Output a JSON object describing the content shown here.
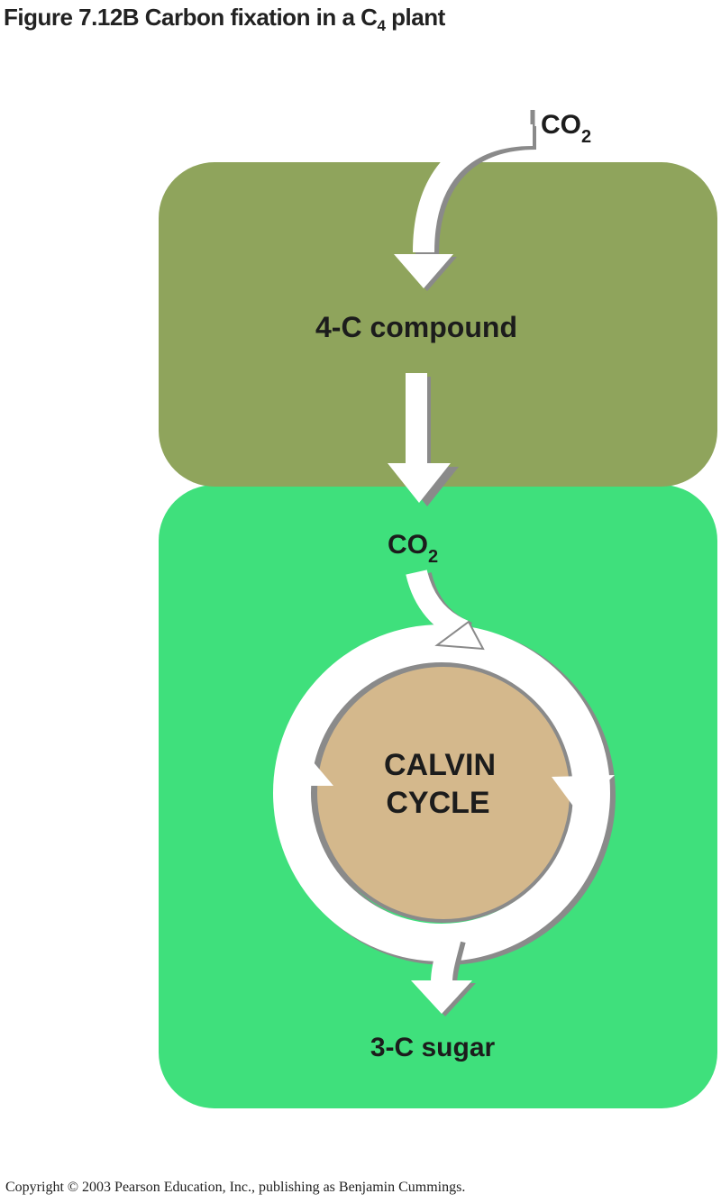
{
  "title": {
    "main": "Figure 7.12B  Carbon fixation in a C",
    "subscript": "4",
    "tail": " plant"
  },
  "labels": {
    "co2_top": "CO",
    "co2_top_sub": "2",
    "compound": "4-C compound",
    "co2_mid": "CO",
    "co2_mid_sub": "2",
    "calvin_1": "CALVIN",
    "calvin_2": "CYCLE",
    "sugar": "3-C sugar"
  },
  "copyright": "Copyright © 2003 Pearson Education, Inc., publishing as Benjamin Cummings.",
  "colors": {
    "mesophyll": "#8fa45c",
    "bundle_sheath": "#3fe07c",
    "calvin": "#d4b88c",
    "arrow": "#ffffff",
    "shadow": "#8a8a8a"
  }
}
